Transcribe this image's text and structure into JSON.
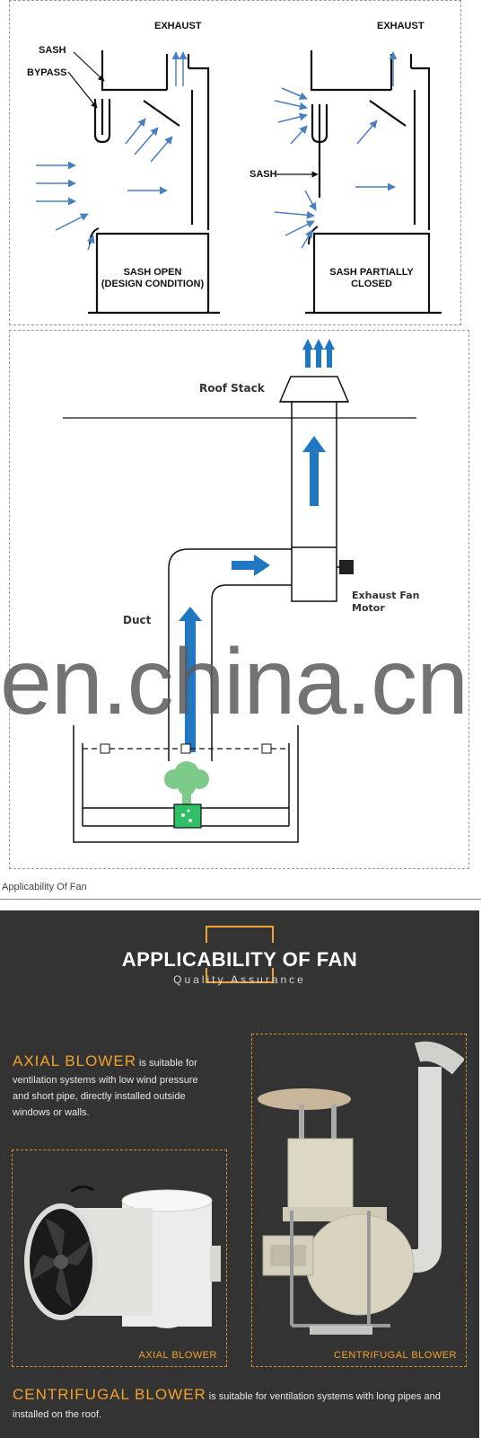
{
  "diagram1": {
    "exhaust_left": "EXHAUST",
    "exhaust_right": "EXHAUST",
    "sash_label": "SASH",
    "bypass_label": "BYPASS",
    "sash_right_label": "SASH",
    "open_line1": "SASH OPEN",
    "open_line2": "(DESIGN CONDITION)",
    "closed_line1": "SASH PARTIALLY",
    "closed_line2": "CLOSED"
  },
  "diagram2": {
    "roof_stack": "Roof Stack",
    "exhaust_fan_line1": "Exhaust Fan",
    "exhaust_fan_line2": "Motor",
    "duct": "Duct"
  },
  "watermark": "en.china.cn",
  "section_label": "Applicability Of Fan",
  "panel": {
    "title": "APPLICABILITY OF FAN",
    "subtitle": "Quality Assurance",
    "axial_heading": "AXIAL BLOWER",
    "axial_text1": " is suitable for",
    "axial_text2": "ventilation systems with low wind pressure",
    "axial_text3": "and short pipe, directly installed outside",
    "axial_text4": "windows or walls.",
    "axial_caption": "AXIAL BLOWER",
    "centrifugal_caption": "CENTRIFUGAL BLOWER",
    "centrifugal_heading": "CENTRIFUGAL BLOWER",
    "centrifugal_text1": " is suitable for ventilation systems with long pipes and",
    "centrifugal_text2": "installed on the roof."
  },
  "colors": {
    "arrow_blue": "#1f78c1",
    "line_blue": "#4a80c0",
    "accent_orange": "#f2a22c",
    "panel_bg": "#333333",
    "fume_green": "#7cc98a"
  }
}
